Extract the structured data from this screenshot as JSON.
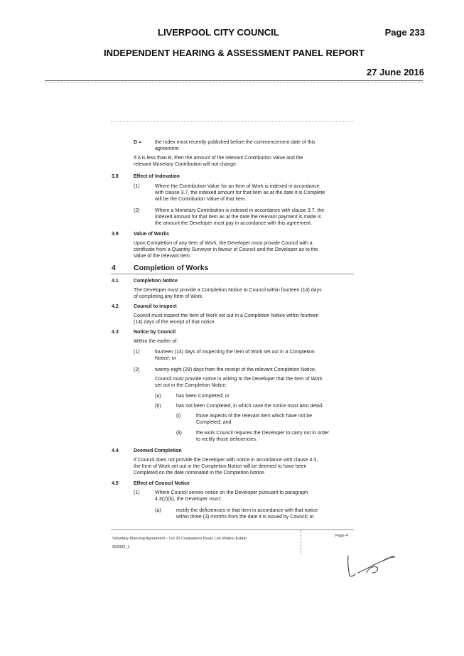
{
  "header": {
    "council": "LIVERPOOL CITY COUNCIL",
    "page": "Page 233",
    "report": "INDEPENDENT HEARING & ASSESSMENT PANEL REPORT",
    "date": "27 June 2016"
  },
  "body": {
    "d_label": "D =",
    "d_line1": "the Index most recently published before the commencement date of this",
    "d_line2": "agreement",
    "if_line1": "If A is less than B, then the amount of the relevant Contribution Value and the",
    "if_line2": "relevant Monetary Contribution will not change.",
    "s38_num": "3.8",
    "s38_title": "Effect of Indexation",
    "s38_1_num": "(1)",
    "s38_1_l1": "Where the Contribution Value for an Item of Work is indexed in accordance",
    "s38_1_l2": "with clause 3.7, the indexed amount for that item as at the date it is Complete",
    "s38_1_l3": "will be the Contribution Value of that item.",
    "s38_2_num": "(2)",
    "s38_2_l1": "Where a Monetary Contribution is indexed in accordance with clause 3.7, the",
    "s38_2_l2": "indexed amount for that item as at the date the relevant payment is made is",
    "s38_2_l3": "the amount the Developer must pay in accordance with this agreement.",
    "s39_num": "3.9",
    "s39_title": "Value of Works",
    "s39_l1": "Upon Completion of any Item of Work, the Developer must provide Council with a",
    "s39_l2": "certificate from a Quantity Surveyor in favour of Council and the Developer as to the",
    "s39_l3": "Value of the relevant item.",
    "s4_num": "4",
    "s4_title": "Completion of Works",
    "s41_num": "4.1",
    "s41_title": "Completion Notice",
    "s41_l1": "The Developer must provide a Completion Notice to Council within fourteen (14) days",
    "s41_l2": "of completing any Item of Work.",
    "s42_num": "4.2",
    "s42_title": "Council to inspect",
    "s42_l1": "Council must inspect the Item of Work set out in a Completion Notice within fourteen",
    "s42_l2": "(14) days of the receipt of that notice.",
    "s43_num": "4.3",
    "s43_title": "Notice by Council",
    "s43_intro": "Within the earlier of:",
    "s43_1_num": "(1)",
    "s43_1_l1": "fourteen (14) days of inspecting the Item of Work set out in a Completion",
    "s43_1_l2": "Notice; or",
    "s43_2_num": "(2)",
    "s43_2_l1": "twenty-eight (28) days from the receipt of the relevant Completion Notice,",
    "s43_2_l2": "Council must provide notice in writing to the Developer that the Item of Work",
    "s43_2_l3": "set out in the Completion Notice:",
    "s43_a_num": "(a)",
    "s43_a": "has been Completed; or",
    "s43_b_num": "(b)",
    "s43_b": "has not been Completed, in which case the notice must also detail:",
    "s43_i_num": "(i)",
    "s43_i_l1": "those aspects of the relevant item which have not be",
    "s43_i_l2": "Completed; and",
    "s43_ii_num": "(ii)",
    "s43_ii_l1": "the work Council requires the Developer to carry out in order",
    "s43_ii_l2": "to rectify those deficiencies.",
    "s44_num": "4.4",
    "s44_title": "Deemed Completion",
    "s44_l1": "If Council does not provide the Developer with notice in accordance with clause 4.3,",
    "s44_l2": "the Item of Work set out in the Completion Notice will be deemed to have been",
    "s44_l3": "Completed on the date nominated in the Completion Notice.",
    "s45_num": "4.5",
    "s45_title": "Effect of Council Notice",
    "s45_1_num": "(1)",
    "s45_1_l1": "Where Council serves notice on the Developer pursuant to paragraph",
    "s45_1_l2": "4.3(2)(b), the Developer must:",
    "s45_a_num": "(a)",
    "s45_a_l1": "rectify the deficiencies in that item in accordance with that notice",
    "s45_a_l2": "within three (3) months from the date it is issued by Council; or"
  },
  "footer": {
    "agreement": "Voluntary Planning Agreement – Lot 20 Cowpasture Road, Len Waters Estate",
    "page": "Page 4",
    "ref": "952092_1"
  }
}
